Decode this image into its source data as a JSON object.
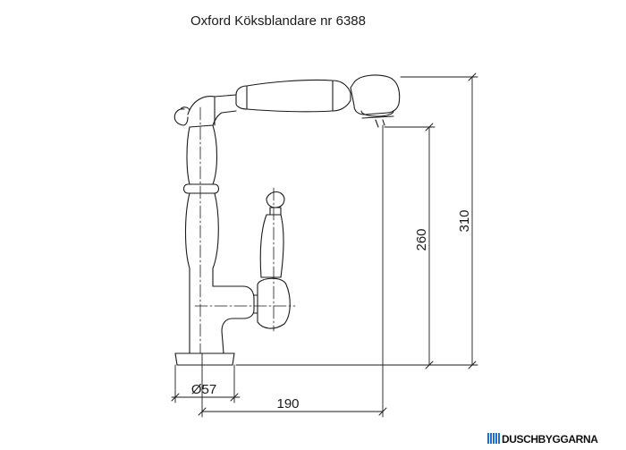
{
  "title": "Oxford Köksblandare nr 6388",
  "dimensions": {
    "height_total": "310",
    "height_spout": "260",
    "reach": "190",
    "base_diameter": "Ø57"
  },
  "logo": {
    "text": "DUSCHBYGGARNA",
    "stripe_color": "#1f6fd1"
  },
  "colors": {
    "line": "#1a1a1a",
    "background": "#ffffff"
  }
}
